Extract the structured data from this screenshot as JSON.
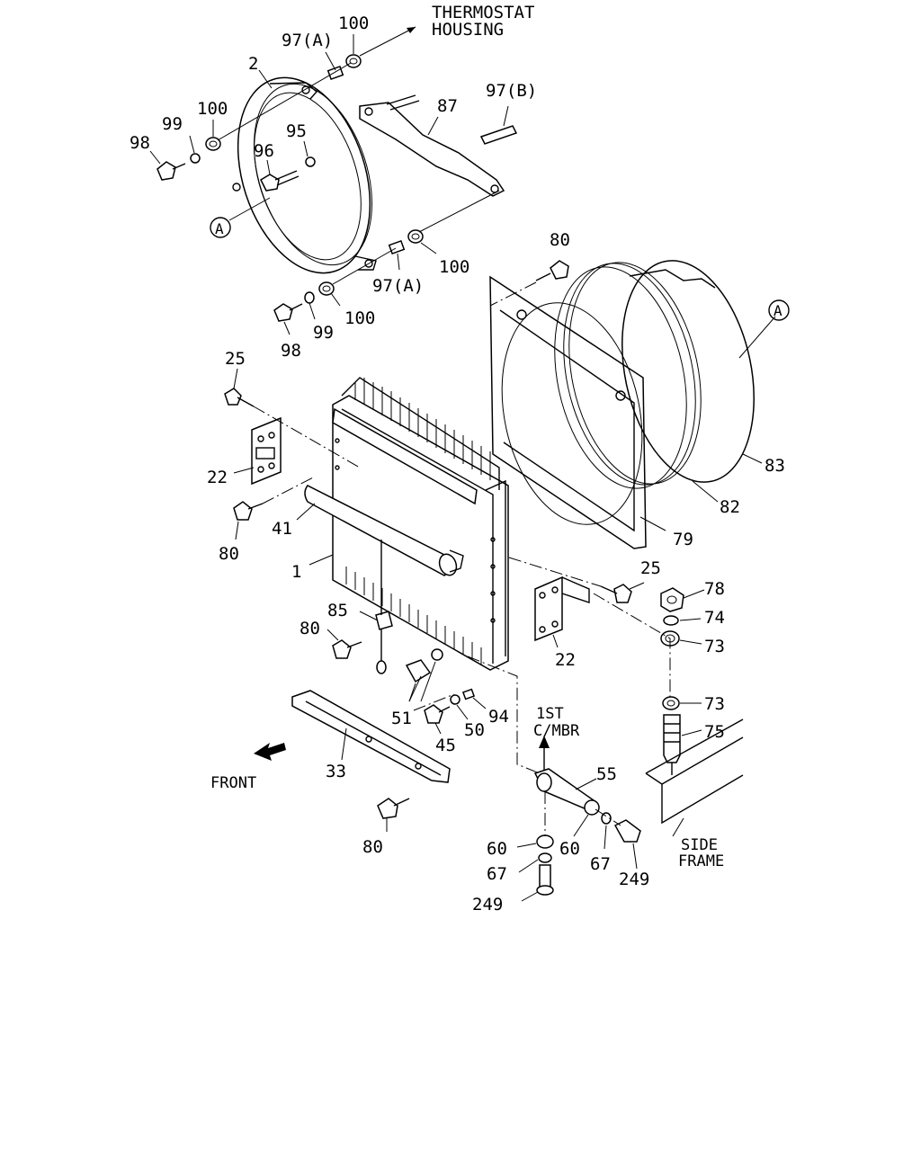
{
  "labels": {
    "l_thermostat": "THERMOSTAT",
    "l_housing": "HOUSING",
    "l_97a_top": "97(A)",
    "l_100_top": "100",
    "l_97b": "97(B)",
    "l_2": "2",
    "l_87": "87",
    "l_99_top": "99",
    "l_100_left": "100",
    "l_95": "95",
    "l_98_top": "98",
    "l_96": "96",
    "l_a_left": "A",
    "l_100_right": "100",
    "l_97a_mid": "97(A)",
    "l_80_top": "80",
    "l_100_bot": "100",
    "l_98_bot": "98",
    "l_99_bot": "99",
    "l_a_right": "A",
    "l_25_left": "25",
    "l_22_left": "22",
    "l_83": "83",
    "l_41": "41",
    "l_82": "82",
    "l_80_left": "80",
    "l_79": "79",
    "l_1": "1",
    "l_25_right": "25",
    "l_78": "78",
    "l_85": "85",
    "l_74": "74",
    "l_80_mid": "80",
    "l_73_a": "73",
    "l_22_right": "22",
    "l_73_b": "73",
    "l_51": "51",
    "l_94": "94",
    "l_1st": "1ST",
    "l_cmbr": "C/MBR",
    "l_75": "75",
    "l_45": "45",
    "l_50": "50",
    "l_33": "33",
    "l_55": "55",
    "l_front": "FRONT",
    "l_80_bot": "80",
    "l_60_a": "60",
    "l_60_b": "60",
    "l_side": "SIDE",
    "l_frame": "FRAME",
    "l_67_a": "67",
    "l_67_b": "67",
    "l_249_a": "249",
    "l_249_b": "249"
  }
}
